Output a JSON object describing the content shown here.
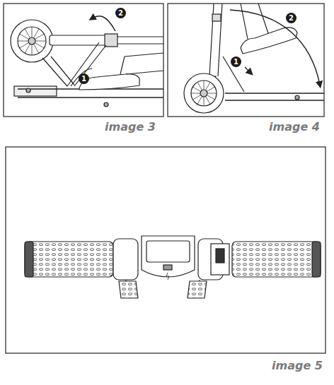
{
  "diagram": {
    "labels": [
      "1",
      "2",
      "image 3",
      "1",
      "2",
      "image 4",
      "image 5"
    ]
  }
}
